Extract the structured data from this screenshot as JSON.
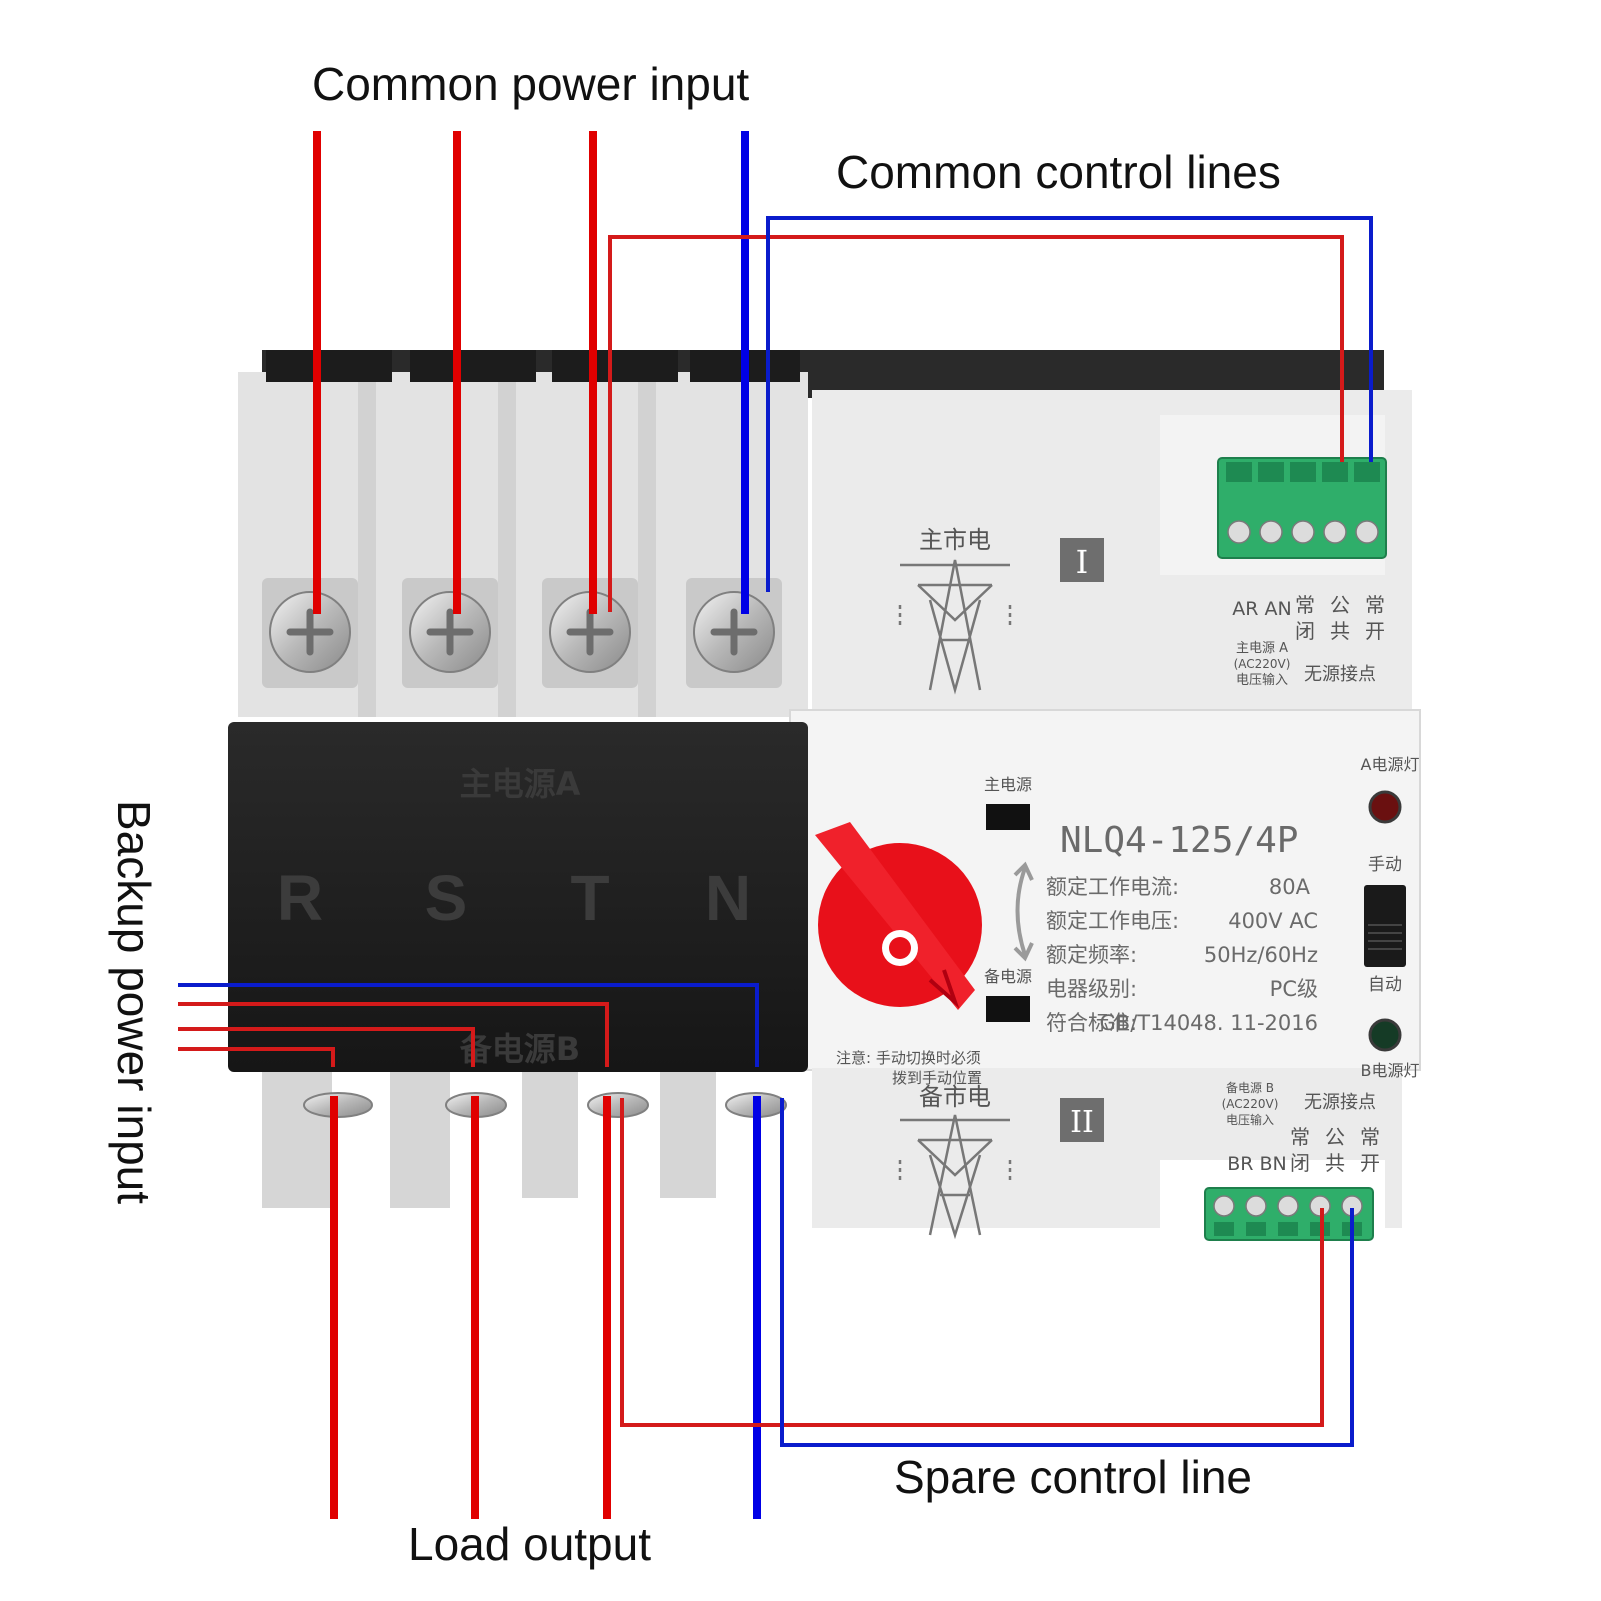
{
  "labels": {
    "common_power_input": "Common power input",
    "common_control_lines": "Common control lines",
    "backup_power_input": "Backup power input",
    "spare_control_line": "Spare control line",
    "load_output": "Load output"
  },
  "device": {
    "model": "NLQ4-125/4P",
    "main_source_label": "主市电",
    "main_source_numeral": "I",
    "backup_source_label": "备市电",
    "backup_source_numeral": "II",
    "cover_top_text": "主电源A",
    "cover_bottom_text": "备电源B",
    "poles": [
      "R",
      "S",
      "T",
      "N"
    ],
    "top_terminal": {
      "ar_an": "AR AN",
      "nc_top": "常",
      "nc_bottom": "闭",
      "com_top": "公",
      "com_bottom": "共",
      "no_top": "常",
      "no_bottom": "开",
      "source_a": "主电源 A",
      "voltage": "(AC220V)",
      "voltage_input": "电压输入",
      "dry_contact": "无源接点"
    },
    "bottom_terminal": {
      "br_bn": "BR BN",
      "nc_top": "常",
      "nc_bottom": "闭",
      "com_top": "公",
      "com_bottom": "共",
      "no_top": "常",
      "no_bottom": "开",
      "source_b": "备电源 B",
      "voltage": "(AC220V)",
      "voltage_input": "电压输入",
      "dry_contact": "无源接点"
    },
    "main_power_window": "主电源",
    "backup_power_window": "备电源",
    "lamp_a": "A电源灯",
    "lamp_b": "B电源灯",
    "manual": "手动",
    "auto": "自动",
    "specs": [
      {
        "label": "额定工作电流:",
        "value": "80A"
      },
      {
        "label": "额定工作电压:",
        "value": "400V  AC"
      },
      {
        "label": "额定频率:",
        "value": "50Hz/60Hz"
      },
      {
        "label": "电器级别:",
        "value": "PC级"
      },
      {
        "label": "符合标准:",
        "value": "GB/T14048. 11-2016"
      }
    ],
    "notice_line1": "注意: 手动切换时必须",
    "notice_line2": "拨到手动位置"
  },
  "colors": {
    "phase_wire": "#e00000",
    "neutral_wire": "#0000e6",
    "body": "#ececec",
    "cover": "#1e1e1e",
    "knob": "#e8101a",
    "terminal_block": "#2fae6a"
  }
}
